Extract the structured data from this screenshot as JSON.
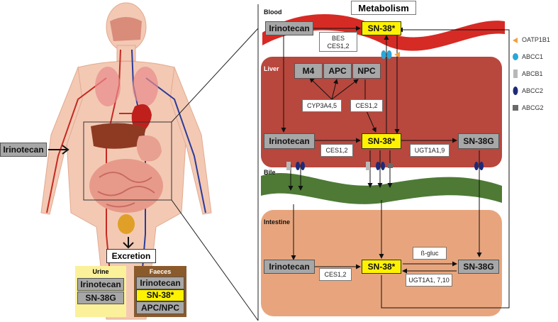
{
  "title": "Metabolism",
  "left": {
    "drug_label": "Irinotecan",
    "excretion_label": "Excretion",
    "urine": {
      "title": "Urine",
      "items": [
        "Irinotecan",
        "SN-38G"
      ]
    },
    "faeces": {
      "title": "Faeces",
      "items": [
        "Irinotecan",
        "SN-38*",
        "APC/NPC"
      ]
    }
  },
  "regions": {
    "blood": "Blood",
    "liver": "Liver",
    "bile": "Bile",
    "intestine": "Intestine"
  },
  "blood": {
    "irinotecan": "Irinotecan",
    "sn38": "SN-38*",
    "enzyme_line1": "BES",
    "enzyme_line2": "CES1,2"
  },
  "liver": {
    "m4": "M4",
    "apc": "APC",
    "npc": "NPC",
    "cyp": "CYP3A4,5",
    "ces_top": "CES1,2",
    "irinotecan": "Irinotecan",
    "sn38": "SN-38*",
    "sn38g": "SN-38G",
    "ces_bottom": "CES1,2",
    "ugt": "UGT1A1,9"
  },
  "intestine": {
    "irinotecan": "Irinotecan",
    "sn38": "SN-38*",
    "sn38g": "SN-38G",
    "ces": "CES1,2",
    "bgluc": "ß-gluc",
    "ugt": "UGT1A1, 7,10"
  },
  "legend": [
    {
      "label": "OATP1B1",
      "color": "#f0a040",
      "shape": "triangle"
    },
    {
      "label": "ABCC1",
      "color": "#2aa7d8",
      "shape": "oval"
    },
    {
      "label": "ABCB1",
      "color": "#b8b8b8",
      "shape": "rect"
    },
    {
      "label": "ABCC2",
      "color": "#1e2a78",
      "shape": "oval"
    },
    {
      "label": "ABCG2",
      "color": "#6a6a6a",
      "shape": "square"
    }
  ],
  "colors": {
    "liver": "#b8473d",
    "intestine": "#e8a57d",
    "bile": "#4e7a35",
    "blood": "#d62a24",
    "box_gray": "#a7a7a7",
    "sn38_yellow": "#fff200",
    "urine_bg": "#fbf19a",
    "faeces_bg": "#8b5a2b"
  }
}
